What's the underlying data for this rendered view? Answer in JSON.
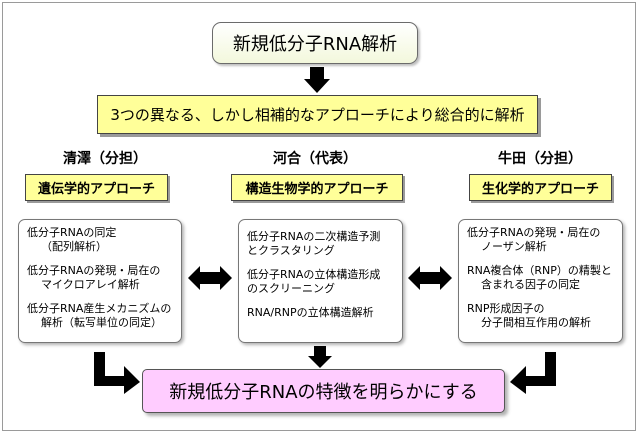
{
  "title": "新規低分子RNA解析",
  "approach_text": "3つの異なる、しかし相補的なアプローチにより総合的に解析",
  "columns": [
    {
      "person": "清澤（分担）",
      "method": "遺伝学的アプローチ",
      "items": [
        {
          "line1": "低分子RNAの同定",
          "line2": "（配列解析）"
        },
        {
          "line1": "低分子RNAの発現・局在の",
          "line2": "マイクロアレイ解析"
        },
        {
          "line1": "低分子RNA産生メカニズムの",
          "line2": "解析（転写単位の同定）"
        }
      ]
    },
    {
      "person": "河合（代表）",
      "method": "構造生物学的アプローチ",
      "items": [
        {
          "line1": "低分子RNAの二次構造予測",
          "line2": "とクラスタリング"
        },
        {
          "line1": "低分子RNAの立体構造形成",
          "line2": "のスクリーニング"
        },
        {
          "line1": "RNA/RNPの立体構造解析",
          "line2": ""
        }
      ]
    },
    {
      "person": "牛田（分担）",
      "method": "生化学的アプローチ",
      "items": [
        {
          "line1": "低分子RNAの発現・局在の",
          "line2": "ノーザン解析"
        },
        {
          "line1": "RNA複合体（RNP）の精製と",
          "line2": "含まれる因子の同定"
        },
        {
          "line1": "RNP形成因子の",
          "line2": "分子間相互作用の解析"
        }
      ]
    }
  ],
  "goal": "新規低分子RNAの特徴を明らかにする",
  "colors": {
    "highlight_yellow": "#ffff99",
    "goal_pink": "#ffccff",
    "arrow": "#000000"
  }
}
